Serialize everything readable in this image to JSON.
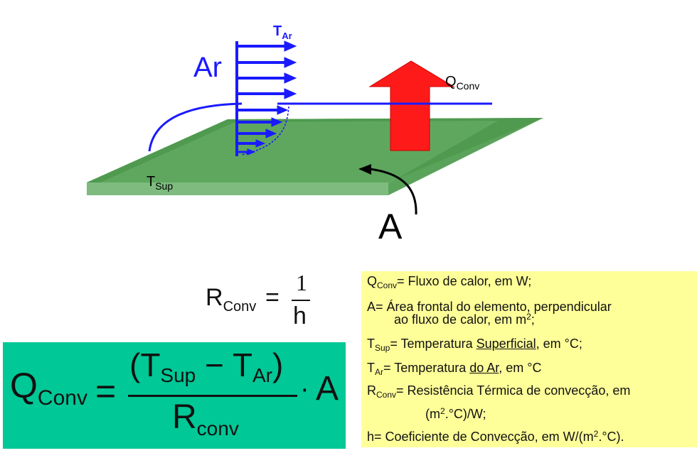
{
  "diagram": {
    "air_label": "Ar",
    "t_air_main": "T",
    "t_air_sub": "Ar",
    "q_conv_main": "Q",
    "q_conv_sub": "Conv",
    "t_sup_main": "T",
    "t_sup_sub": "Sup",
    "area_label": "A",
    "colors": {
      "plate": "#5aa35a",
      "arrow": "#ff1a1a",
      "flow": "#1a1aff"
    }
  },
  "rconv_formula": {
    "lhs_main": "R",
    "lhs_sub": "Conv",
    "equals": "=",
    "numerator": "1",
    "denominator": "h"
  },
  "qconv_formula": {
    "lhs_main": "Q",
    "lhs_sub": "Conv",
    "equals": "=",
    "open_paren": "(T",
    "sup_sub": "Sup",
    "minus": " − T",
    "ar_sub": "Ar",
    "close_paren": ")",
    "denom_main": "R",
    "denom_sub": "conv",
    "dot": "·",
    "area": "A",
    "box_color": "#00c896"
  },
  "legend": {
    "q_main": "Q",
    "q_sub": "Conv",
    "q_text": "= Fluxo de calor, em W;",
    "a_text1": "A= Área frontal do elemento, perpendicular",
    "a_text2": "ao fluxo de calor, em m",
    "a_sup": "2",
    "a_end": ";",
    "tsup_main": "T",
    "tsup_sub": "Sup",
    "tsup_text": "= Temperatura ",
    "tsup_u": "Superficial",
    "tsup_end": ", em °C;",
    "tar_main": "T",
    "tar_sub": "Ar",
    "tar_text": "= Temperatura ",
    "tar_u": "do Ar",
    "tar_end": ", em °C",
    "r_main": "R",
    "r_sub": "Conv",
    "r_text": "= Resistência Térmica de convecção, em",
    "r_unit1": "(m",
    "r_unit_sup": "2",
    "r_unit2": ".°C)/W;",
    "h_text": "h= Coeficiente de Convecção, em W/(m",
    "h_sup": "2",
    "h_end": ".°C).",
    "box_color": "#ffff99"
  }
}
